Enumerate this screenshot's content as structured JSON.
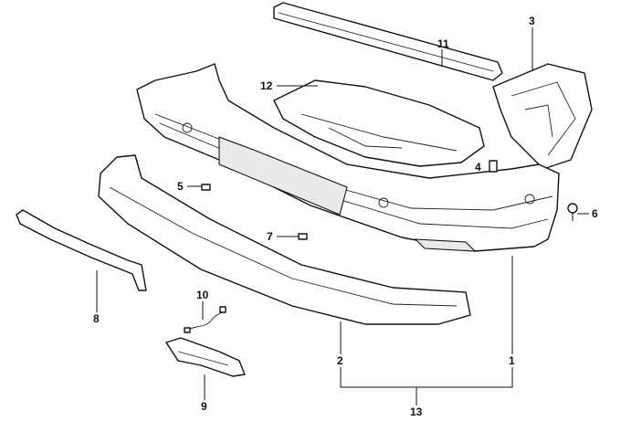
{
  "diagram": {
    "title": "Front bumper parts diagram",
    "callouts": [
      {
        "id": "1",
        "label": "1"
      },
      {
        "id": "2",
        "label": "2"
      },
      {
        "id": "3",
        "label": "3"
      },
      {
        "id": "4",
        "label": "4"
      },
      {
        "id": "5",
        "label": "5"
      },
      {
        "id": "6",
        "label": "6"
      },
      {
        "id": "7",
        "label": "7"
      },
      {
        "id": "8",
        "label": "8"
      },
      {
        "id": "9",
        "label": "9"
      },
      {
        "id": "10",
        "label": "10"
      },
      {
        "id": "11",
        "label": "11"
      },
      {
        "id": "12",
        "label": "12"
      },
      {
        "id": "13",
        "label": "13"
      }
    ]
  }
}
